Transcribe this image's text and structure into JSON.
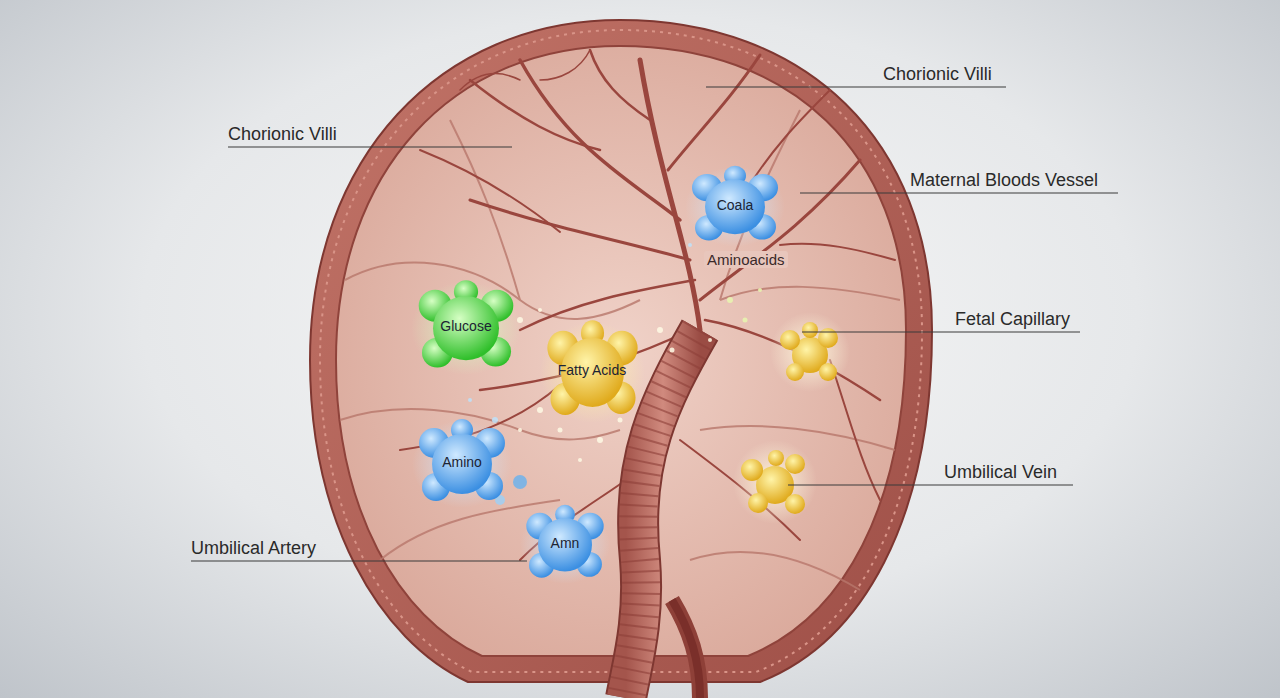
{
  "diagram": {
    "nodes": [
      {
        "text": [
          "Coala"
        ]
      },
      {
        "text": [
          "Glucose"
        ]
      },
      {
        "text": [
          "Fatty Acids"
        ]
      },
      {
        "text": [
          "Amino"
        ]
      },
      {
        "text": [
          "Amn"
        ]
      }
    ],
    "labels": [
      "Chorionic Villi",
      "Chorionic Villi",
      "Maternal Bloods Vessel",
      "Aminoacids",
      "Fetal Capillary",
      "Umbilical Vein",
      "Umbilical Artery"
    ]
  }
}
